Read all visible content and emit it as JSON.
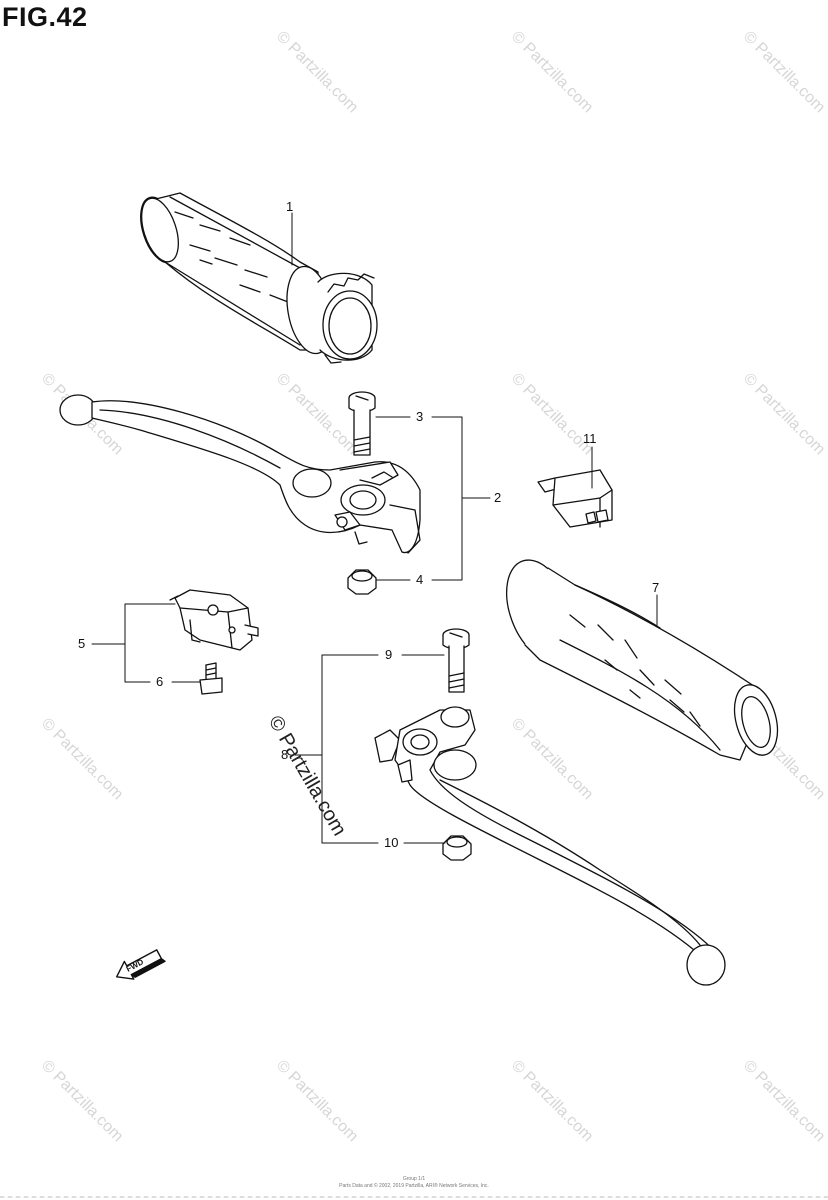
{
  "figure": {
    "title": "FIG.42"
  },
  "callouts": [
    "1",
    "2",
    "3",
    "4",
    "5",
    "6",
    "7",
    "8",
    "9",
    "10",
    "11"
  ],
  "watermark": {
    "text": "© Partzilla.com",
    "main_text": "© Partzilla.com"
  },
  "fwd_arrow": {
    "label": "FWD",
    "icon": "forward-arrow-icon"
  },
  "footer": {
    "line1": "Group 1/1",
    "line2": "Parts Data and © 2002, 2019 Partzilla, ARI® Network Services, Inc."
  },
  "colors": {
    "line": "#111111",
    "watermark": "#d6d6d6",
    "background": "#ffffff"
  }
}
